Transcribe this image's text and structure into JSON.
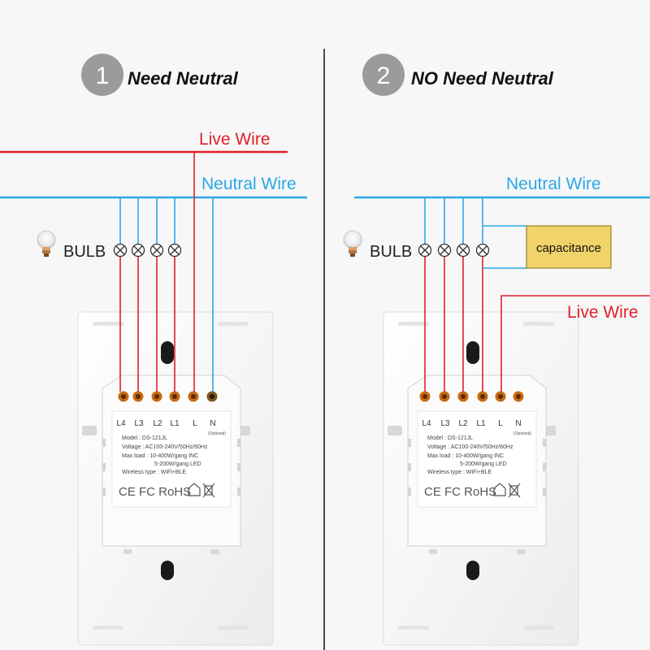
{
  "colors": {
    "live": "#e0202a",
    "neutral": "#2aa8e6",
    "badge": "#9b9b9b",
    "capacitance_fill": "#f2d36a",
    "capacitance_stroke": "#8a6d10"
  },
  "panels": [
    {
      "number": "1",
      "title": "Need Neutral",
      "live_label": "Live Wire",
      "neutral_label": "Neutral Wire",
      "bulb_label": "BULB",
      "terminals": [
        "L4",
        "L3",
        "L2",
        "L1",
        "L",
        "N"
      ],
      "optional_note": "(Optional)",
      "model": "Model : DS-121JL",
      "voltage": "Voltage : AC100-240V/50Hz/60Hz",
      "max_load_1": "Max load : 10-400W/gang  INC",
      "max_load_2": "5-200W/gang  LED",
      "wireless": "Wireless type : WiFi+BLE",
      "certs": "CE FC RoHS"
    },
    {
      "number": "2",
      "title": "NO Need Neutral",
      "live_label": "Live Wire",
      "neutral_label": "Neutral Wire",
      "bulb_label": "BULB",
      "capacitance_label": "capacitance",
      "terminals": [
        "L4",
        "L3",
        "L2",
        "L1",
        "L",
        "N"
      ],
      "optional_note": "(Optional)",
      "model": "Model : DS-121JL",
      "voltage": "Voltage : AC100-240V/50Hz/60Hz",
      "max_load_1": "Max load : 10-400W/gang  INC",
      "max_load_2": "5-200W/gang  LED",
      "wireless": "Wireless type : WiFi+BLE",
      "certs": "CE FC RoHS"
    }
  ]
}
